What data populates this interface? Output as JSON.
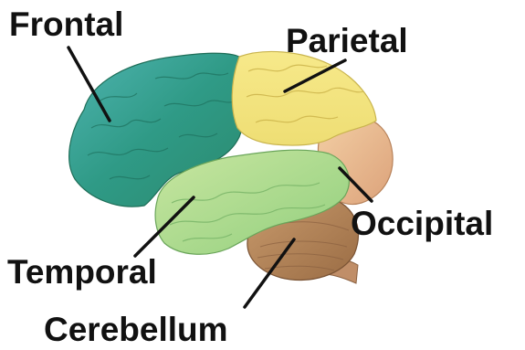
{
  "diagram": {
    "lobes": [
      {
        "id": "frontal",
        "label": "Frontal",
        "color": "#3a9e8c"
      },
      {
        "id": "parietal",
        "label": "Parietal",
        "color": "#f2e27a"
      },
      {
        "id": "occipital",
        "label": "Occipital",
        "color": "#e8b48a"
      },
      {
        "id": "temporal",
        "label": "Temporal",
        "color": "#a9d88a"
      },
      {
        "id": "cerebellum",
        "label": "Cerebellum",
        "color": "#b58a5e"
      }
    ],
    "leader_line_color": "#111111",
    "background": "#ffffff"
  }
}
